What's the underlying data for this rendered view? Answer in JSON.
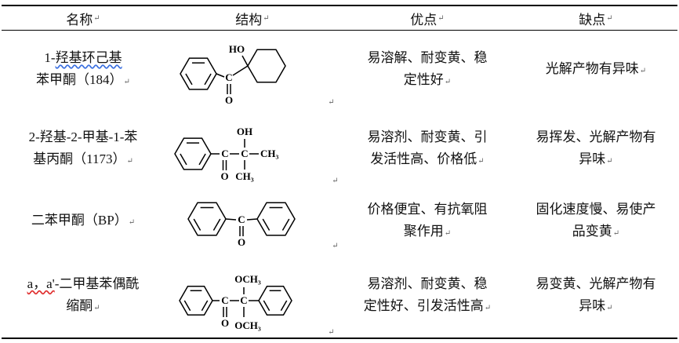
{
  "marks": {
    "paragraph": "↵"
  },
  "header": {
    "name": "名称",
    "structure": "结构",
    "advantages": "优点",
    "disadvantages": "缺点"
  },
  "rows": [
    {
      "name_pre": "1-",
      "name_wavy": "羟基环己基",
      "name_post": "\n苯甲酮（184）",
      "advantages": "易溶解、耐变黄、稳\n定性好",
      "disadvantages": "光解产物有异味",
      "labels": {
        "ho": "HO",
        "c": "C",
        "o": "O"
      }
    },
    {
      "name": "2-羟基-2-甲基-1-苯\n基丙酮（1173）",
      "advantages": "易溶剂、耐变黄、引\n发活性高、价格低",
      "disadvantages": "易挥发、光解产物有\n异味",
      "labels": {
        "c1": "C",
        "o": "O",
        "oh": "OH",
        "c2": "C",
        "ch3r": "CH₃",
        "ch3b": "CH₃"
      }
    },
    {
      "name": "二苯甲酮（BP）",
      "advantages": "价格便宜、有抗氧阻\n聚作用",
      "disadvantages": "固化速度慢、易使产\n品变黄",
      "labels": {
        "c": "C",
        "o": "O"
      }
    },
    {
      "name_wavy": "a，a'",
      "name_post": "-二甲基苯偶酰\n缩酮",
      "advantages": "易溶剂、耐变黄、稳\n定性好、引发活性高",
      "disadvantages": "易变黄、光解产物有\n异味",
      "labels": {
        "c1": "C",
        "o": "O",
        "c2": "C",
        "och3t": "OCH₃",
        "och3b": "OCH₃"
      }
    }
  ]
}
